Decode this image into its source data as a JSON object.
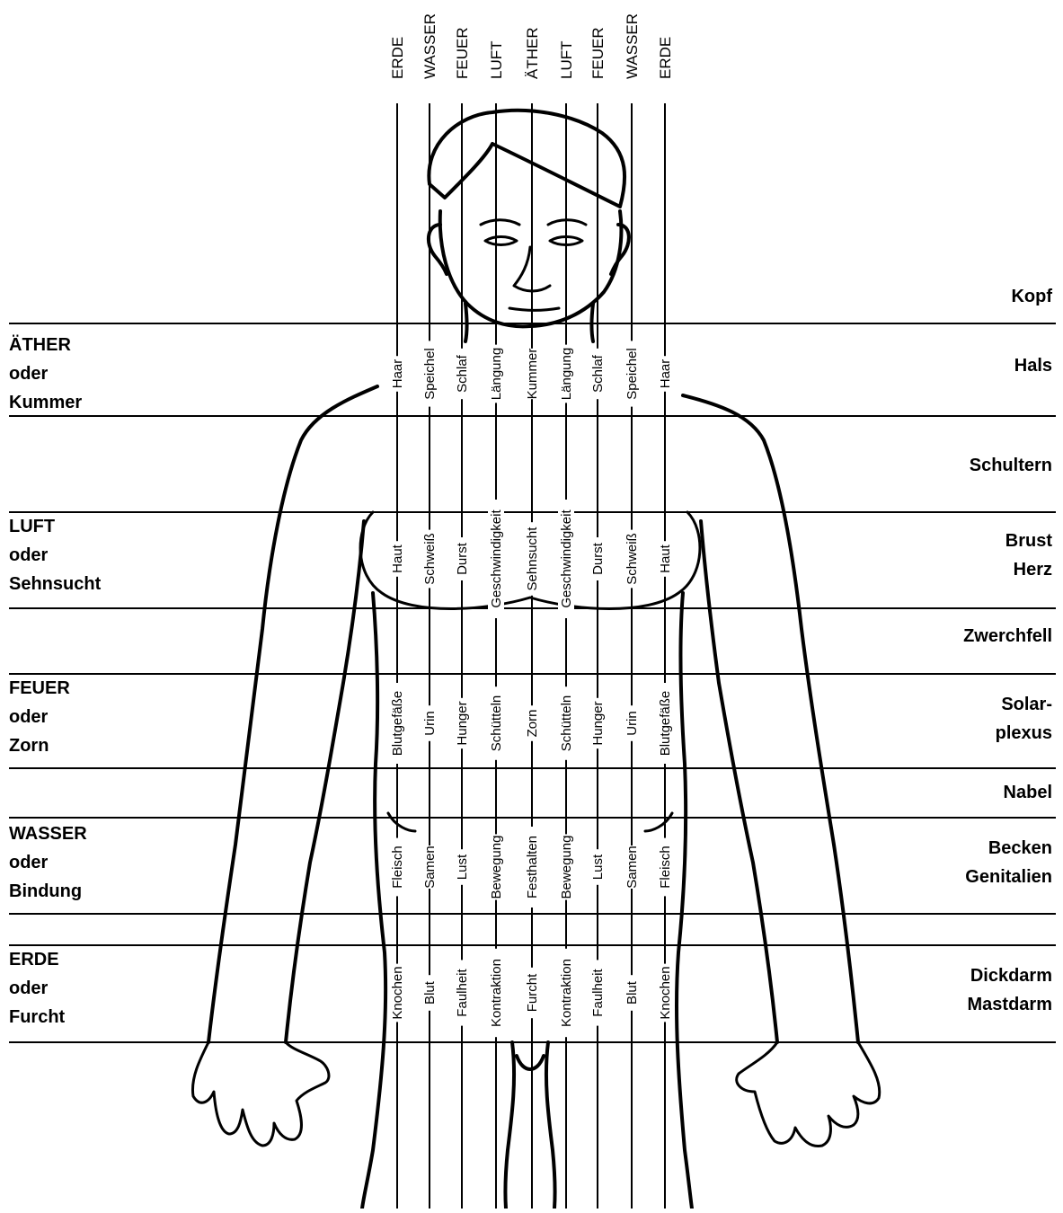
{
  "columns": [
    "ERDE",
    "WASSER",
    "FEUER",
    "LUFT",
    "ÄTHER",
    "LUFT",
    "FEUER",
    "WASSER",
    "ERDE"
  ],
  "element_labels": [
    {
      "element": "ÄTHER",
      "connector": "oder",
      "emotion": "Kummer"
    },
    {
      "element": "LUFT",
      "connector": "oder",
      "emotion": "Sehnsucht"
    },
    {
      "element": "FEUER",
      "connector": "oder",
      "emotion": "Zorn"
    },
    {
      "element": "WASSER",
      "connector": "oder",
      "emotion": "Bindung"
    },
    {
      "element": "ERDE",
      "connector": "oder",
      "emotion": "Furcht"
    }
  ],
  "body_regions": [
    {
      "lines": [
        "Kopf"
      ]
    },
    {
      "lines": [
        "Hals"
      ]
    },
    {
      "lines": [
        "Schultern"
      ]
    },
    {
      "lines": [
        "Brust",
        "Herz"
      ]
    },
    {
      "lines": [
        "Zwerchfell"
      ]
    },
    {
      "lines": [
        "Solar-",
        "plexus"
      ]
    },
    {
      "lines": [
        "Nabel"
      ]
    },
    {
      "lines": [
        "Becken",
        "Genitalien"
      ]
    },
    {
      "lines": [
        "Dickdarm",
        "Mastdarm"
      ]
    }
  ],
  "grid": [
    [
      "Haar",
      "Speichel",
      "Schlaf",
      "Längung",
      "Kummer",
      "Längung",
      "Schlaf",
      "Speichel",
      "Haar"
    ],
    [
      "Haut",
      "Schweiß",
      "Durst",
      "Geschwindigkeit",
      "Sehnsucht",
      "Geschwindigkeit",
      "Durst",
      "Schweiß",
      "Haut"
    ],
    [
      "Blutgefäße",
      "Urin",
      "Hunger",
      "Schütteln",
      "Zorn",
      "Schütteln",
      "Hunger",
      "Urin",
      "Blutgefäße"
    ],
    [
      "Fleisch",
      "Samen",
      "Lust",
      "Bewegung",
      "Festhalten",
      "Bewegung",
      "Lust",
      "Samen",
      "Fleisch"
    ],
    [
      "Knochen",
      "Blut",
      "Faulheit",
      "Kontraktion",
      "Furcht",
      "Kontraktion",
      "Faulheit",
      "Blut",
      "Knochen"
    ]
  ]
}
